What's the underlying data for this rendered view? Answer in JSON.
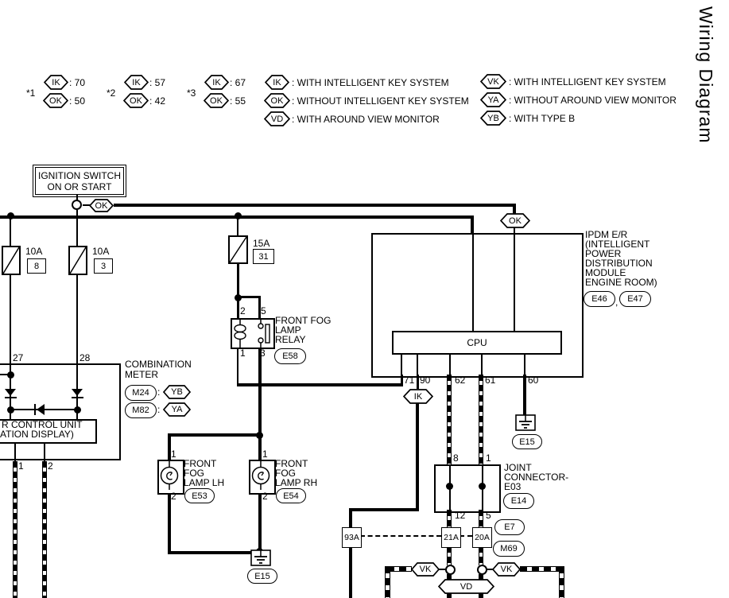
{
  "title": "Wiring Diagram",
  "legend": {
    "groups": [
      {
        "star": "*1",
        "ik": "IK",
        "ik_value": ": 70",
        "ok": "OK",
        "ok_value": ": 50"
      },
      {
        "star": "*2",
        "ik": "IK",
        "ik_value": ": 57",
        "ok": "OK",
        "ok_value": ": 42"
      },
      {
        "star": "*3",
        "ik": "IK",
        "ik_value": ": 67",
        "ok": "OK",
        "ok_value": ": 55"
      }
    ],
    "col1": [
      {
        "code": "IK",
        "desc": ": WITH INTELLIGENT KEY SYSTEM"
      },
      {
        "code": "OK",
        "desc": ": WITHOUT INTELLIGENT KEY SYSTEM"
      },
      {
        "code": "VD",
        "desc": ": WITH AROUND VIEW MONITOR"
      }
    ],
    "col2": [
      {
        "code": "VK",
        "desc": ": WITH INTELLIGENT KEY SYSTEM"
      },
      {
        "code": "YA",
        "desc": ": WITHOUT AROUND VIEW MONITOR"
      },
      {
        "code": "YB",
        "desc": ": WITH TYPE B"
      }
    ]
  },
  "ignition": {
    "line1": "IGNITION SWITCH",
    "line2": "ON OR START",
    "ok_connector": "OK"
  },
  "fuses": [
    {
      "rating": "10A",
      "num": "8"
    },
    {
      "rating": "10A",
      "num": "3"
    },
    {
      "rating": "15A",
      "num": "31"
    }
  ],
  "meter": {
    "pin27": "27",
    "pin28": "28",
    "label1": "COMBINATION",
    "label2": "METER",
    "ref1": "M24",
    "code1": "YB",
    "ref2": "M82",
    "code2": "YA",
    "colon": ":",
    "unit_line1": "R CONTROL UNIT",
    "unit_line2": "ATION DISPLAY)",
    "pin1": "1",
    "pin2": "2"
  },
  "relay": {
    "pin2": "2",
    "pin5": "5",
    "pin1": "1",
    "pin3": "3",
    "name1": "FRONT FOG",
    "name2": "LAMP",
    "name3": "RELAY",
    "ref": "E58"
  },
  "lamps": {
    "lh": {
      "pin1": "1",
      "pin2": "2",
      "name1": "FRONT",
      "name2": "FOG",
      "name3": "LAMP LH",
      "ref": "E53"
    },
    "rh": {
      "pin1": "1",
      "pin2": "2",
      "name1": "FRONT",
      "name2": "FOG",
      "name3": "LAMP RH",
      "ref": "E54"
    }
  },
  "grounds": {
    "front_ref": "E15",
    "ipdm_ref": "E15"
  },
  "ipdm": {
    "name_lines": [
      "IPDM E/R",
      "(INTELLIGENT",
      "POWER",
      "DISTRIBUTION",
      "MODULE",
      "ENGINE ROOM)"
    ],
    "ref1": "E46",
    "comma": ",",
    "ref2": "E47",
    "cpu": "CPU",
    "pins": [
      "71",
      "90",
      "62",
      "61",
      "60"
    ],
    "ik_connector": "IK",
    "ok_connector": "OK"
  },
  "joint": {
    "pin8": "8",
    "pin1": "1",
    "pin12": "12",
    "pin5": "5",
    "name1": "JOINT",
    "name2": "CONNECTOR-",
    "name3": "E03",
    "ref": "E14"
  },
  "bottom": {
    "c93a": "93A",
    "c21a": "21A",
    "c20a": "20A",
    "e7": "E7",
    "m69": "M69",
    "vk": "VK",
    "vd": "VD"
  }
}
